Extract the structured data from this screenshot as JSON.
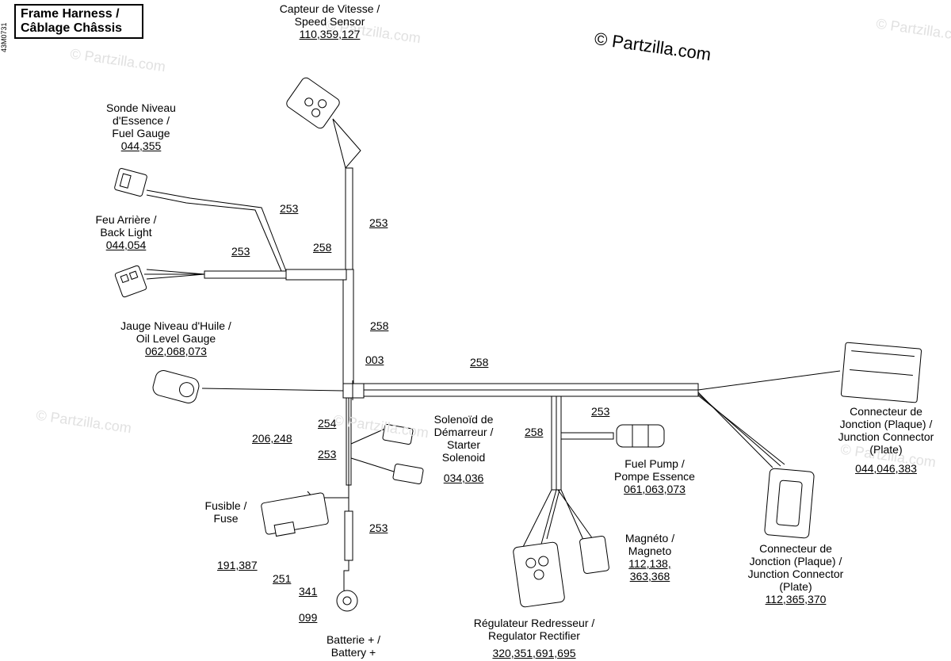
{
  "title": {
    "line1": "Frame Harness /",
    "line2": "Câblage Châssis"
  },
  "doc_id": "43M0731",
  "copyright": "© Partzilla.com",
  "watermark": "© Partzilla.com",
  "components": {
    "speed_sensor": {
      "line1": "Capteur de Vitesse /",
      "line2": "Speed Sensor",
      "refs": "110,359,127"
    },
    "fuel_gauge": {
      "line1": "Sonde Niveau",
      "line2": "d'Essence /",
      "line3": "Fuel Gauge",
      "refs": "044,355"
    },
    "back_light": {
      "line1": "Feu Arrière /",
      "line2": "Back Light",
      "refs": "044,054"
    },
    "oil_gauge": {
      "line1": "Jauge Niveau d'Huile /",
      "line2": "Oil Level Gauge",
      "refs": "062,068,073"
    },
    "starter_solenoid": {
      "line1": "Solenoïd de",
      "line2": "Démarreur /",
      "line3": "Starter",
      "line4": "Solenoid",
      "refs": "034,036"
    },
    "fuse": {
      "line1": "Fusible /",
      "line2": "Fuse"
    },
    "fuel_pump": {
      "line1": "Fuel Pump /",
      "line2": "Pompe Essence",
      "refs": "061,063,073"
    },
    "magneto": {
      "line1": "Magnéto /",
      "line2": "Magneto",
      "refs1": "112,138,",
      "refs2": "363,368"
    },
    "junction_top": {
      "line1": "Connecteur de",
      "line2": "Jonction (Plaque) /",
      "line3": "Junction Connector",
      "line4": "(Plate)",
      "refs": "044,046,383"
    },
    "junction_bottom": {
      "line1": "Connecteur de",
      "line2": "Jonction (Plaque) /",
      "line3": "Junction Connector",
      "line4": "(Plate)",
      "refs": "112,365,370"
    },
    "regulator": {
      "line1": "Régulateur Redresseur /",
      "line2": "Regulator Rectifier",
      "refs": "320,351,691,695"
    },
    "battery": {
      "line1": "Batterie + /",
      "line2": "Battery +"
    }
  },
  "part_numbers": {
    "p253_fuel": "253",
    "p253_trunk": "253",
    "p253_light": "253",
    "p258_branch": "258",
    "p258_trunk": "258",
    "p003": "003",
    "p258_main": "258",
    "p253_pump": "253",
    "p258_reg": "258",
    "p254": "254",
    "p253_sol": "253",
    "p206_248": "206,248",
    "p253_batt": "253",
    "p191_387": "191,387",
    "p251": "251",
    "p341": "341",
    "p099": "099"
  }
}
